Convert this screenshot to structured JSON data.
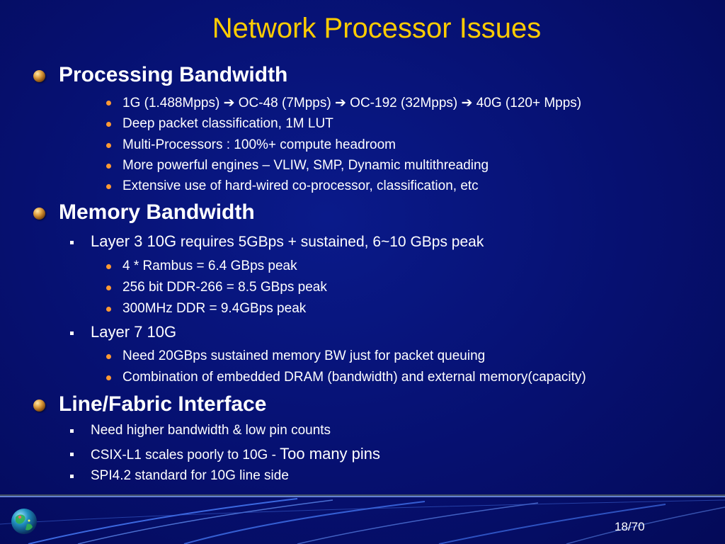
{
  "title": "Network Processor Issues",
  "sections": [
    {
      "heading": "Processing Bandwidth",
      "items": [
        {
          "parts": [
            "1G (1.488Mpps) ",
            " OC-48 (7Mpps) ",
            " OC-192 (32Mpps)  ",
            " 40G (120+ Mpps)"
          ]
        },
        {
          "text": "Deep packet classification, 1M LUT"
        },
        {
          "text": "Multi-Processors : 100%+ compute headroom"
        },
        {
          "text": "More powerful engines – VLIW, SMP, Dynamic multithreading"
        },
        {
          "text": "Extensive use of hard-wired co-processor, classification, etc"
        }
      ]
    },
    {
      "heading": "Memory Bandwidth",
      "subsections": [
        {
          "label_big": "Layer 3 10G",
          "label_rest": " requires 5GBps + sustained, 6~10 GBps peak",
          "items": [
            "4 * Rambus = 6.4 GBps peak",
            "256 bit DDR-266 = 8.5 GBps peak",
            "300MHz DDR = 9.4GBps peak"
          ]
        },
        {
          "label": "Layer 7 10G",
          "items": [
            "Need 20GBps sustained memory BW  just for packet queuing",
            "Combination of embedded DRAM (bandwidth) and external memory(capacity)"
          ]
        }
      ]
    },
    {
      "heading": "Line/Fabric Interface",
      "items": [
        {
          "text": "Need higher bandwidth & low pin counts"
        },
        {
          "text": "CSIX-L1 scales poorly to 10G - ",
          "text_big": "Too many pins"
        },
        {
          "text": "SPI4.2 standard for 10G line side"
        }
      ]
    }
  ],
  "arrow_glyph": "➔",
  "page_number": "18/70",
  "colors": {
    "title": "#ffcc00",
    "background": "#061070",
    "bullet_sub": "#ff9933",
    "text": "#ffffff"
  }
}
